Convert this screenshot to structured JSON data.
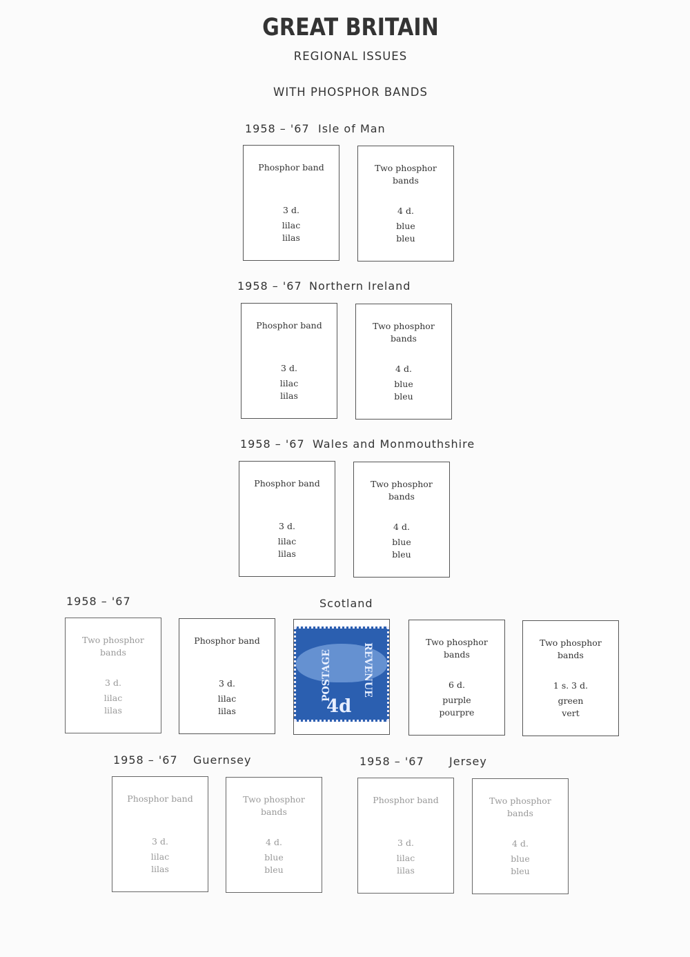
{
  "page": {
    "title": "GREAT BRITAIN",
    "subtitle": "REGIONAL ISSUES",
    "section": "WITH PHOSPHOR BANDS"
  },
  "groups": [
    {
      "years": "1958 – '67",
      "region": "Isle of Man",
      "boxes": [
        {
          "label1": "Phosphor band",
          "label2": "",
          "value": "3 d.",
          "color_en": "lilac",
          "color_fr": "lilas"
        },
        {
          "label1": "Two phosphor",
          "label2": "bands",
          "value": "4 d.",
          "color_en": "blue",
          "color_fr": "bleu"
        }
      ]
    },
    {
      "years": "1958 – '67",
      "region": "Northern Ireland",
      "boxes": [
        {
          "label1": "Phosphor band",
          "label2": "",
          "value": "3 d.",
          "color_en": "lilac",
          "color_fr": "lilas"
        },
        {
          "label1": "Two phosphor",
          "label2": "bands",
          "value": "4 d.",
          "color_en": "blue",
          "color_fr": "bleu"
        }
      ]
    },
    {
      "years": "1958 – '67",
      "region": "Wales and Monmouthshire",
      "boxes": [
        {
          "label1": "Phosphor band",
          "label2": "",
          "value": "3 d.",
          "color_en": "lilac",
          "color_fr": "lilas"
        },
        {
          "label1": "Two phosphor",
          "label2": "bands",
          "value": "4 d.",
          "color_en": "blue",
          "color_fr": "bleu"
        }
      ]
    },
    {
      "years": "1958 – '67",
      "region": "Scotland",
      "boxes": [
        {
          "label1": "Two phosphor",
          "label2": "bands",
          "value": "3 d.",
          "color_en": "lilac",
          "color_fr": "lilas"
        },
        {
          "label1": "Phosphor band",
          "label2": "",
          "value": "3 d.",
          "color_en": "lilac",
          "color_fr": "lilas"
        },
        {
          "stamp": {
            "left": "POSTAGE",
            "right": "REVENUE",
            "value": "4d",
            "color": "#2b5fb0"
          }
        },
        {
          "label1": "Two phosphor",
          "label2": "bands",
          "value": "6 d.",
          "color_en": "purple",
          "color_fr": "pourpre"
        },
        {
          "label1": "Two phosphor",
          "label2": "bands",
          "value": "1 s.  3 d.",
          "color_en": "green",
          "color_fr": "vert"
        }
      ]
    },
    {
      "years": "1958 – '67",
      "region": "Guernsey",
      "boxes": [
        {
          "label1": "Phosphor band",
          "label2": "",
          "value": "3 d.",
          "color_en": "lilac",
          "color_fr": "lilas"
        },
        {
          "label1": "Two phosphor",
          "label2": "bands",
          "value": "4 d.",
          "color_en": "blue",
          "color_fr": "bleu"
        }
      ]
    },
    {
      "years": "1958 – '67",
      "region": "Jersey",
      "boxes": [
        {
          "label1": "Phosphor band",
          "label2": "",
          "value": "3 d.",
          "color_en": "lilac",
          "color_fr": "lilas"
        },
        {
          "label1": "Two phosphor",
          "label2": "bands",
          "value": "4 d.",
          "color_en": "blue",
          "color_fr": "bleu"
        }
      ]
    }
  ]
}
